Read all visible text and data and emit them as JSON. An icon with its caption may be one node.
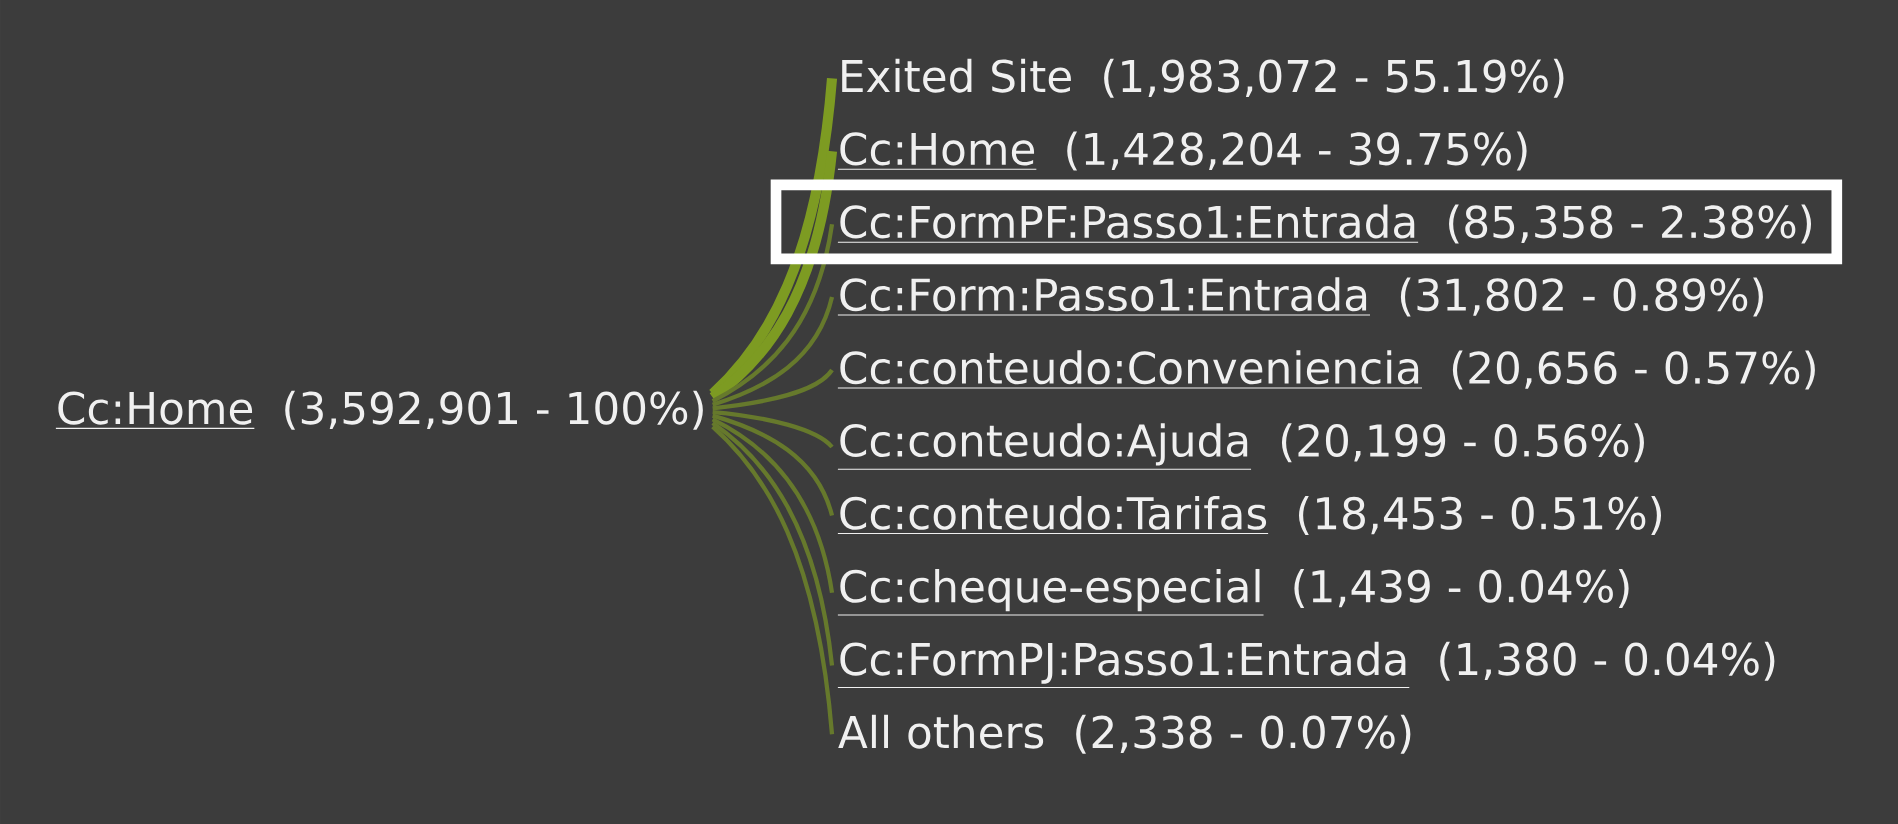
{
  "diagram": {
    "nodes": [
      {
        "text": [
          "Cc:Home",
          "(3,592,901 - 100%)"
        ]
      },
      {
        "text": [
          "Exited Site",
          "(1,983,072 - 55.19%)"
        ]
      },
      {
        "text": [
          "Cc:Home",
          "(1,428,204 - 39.75%)"
        ]
      },
      {
        "text": [
          "Cc:FormPF:Passo1:Entrada",
          "(85,358 - 2.38%)"
        ]
      },
      {
        "text": [
          "Cc:Form:Passo1:Entrada",
          "(31,802 - 0.89%)"
        ]
      },
      {
        "text": [
          "Cc:conteudo:Conveniencia",
          "(20,656 - 0.57%)"
        ]
      },
      {
        "text": [
          "Cc:conteudo:Ajuda",
          "(20,199 - 0.56%)"
        ]
      },
      {
        "text": [
          "Cc:conteudo:Tarifas",
          "(18,453 - 0.51%)"
        ]
      },
      {
        "text": [
          "Cc:cheque-especial",
          "(1,439 - 0.04%)"
        ]
      },
      {
        "text": [
          "Cc:FormPJ:Passo1:Entrada",
          "(1,380 - 0.04%)"
        ]
      },
      {
        "text": [
          "All others",
          "(2,338 - 0.07%)"
        ]
      }
    ],
    "edges": [
      {
        "from": 0,
        "to": 1,
        "arrow": "none",
        "style": "thick",
        "color": "#7d9b22"
      },
      {
        "from": 0,
        "to": 2,
        "arrow": "none",
        "style": "thick",
        "color": "#7d9b22"
      },
      {
        "from": 0,
        "to": 3,
        "arrow": "none"
      },
      {
        "from": 0,
        "to": 4,
        "arrow": "none"
      },
      {
        "from": 0,
        "to": 5,
        "arrow": "none"
      },
      {
        "from": 0,
        "to": 6,
        "arrow": "none"
      },
      {
        "from": 0,
        "to": 7,
        "arrow": "none"
      },
      {
        "from": 0,
        "to": 8,
        "arrow": "none"
      },
      {
        "from": 0,
        "to": 9,
        "arrow": "none"
      },
      {
        "from": 0,
        "to": 10,
        "arrow": "none"
      }
    ]
  }
}
